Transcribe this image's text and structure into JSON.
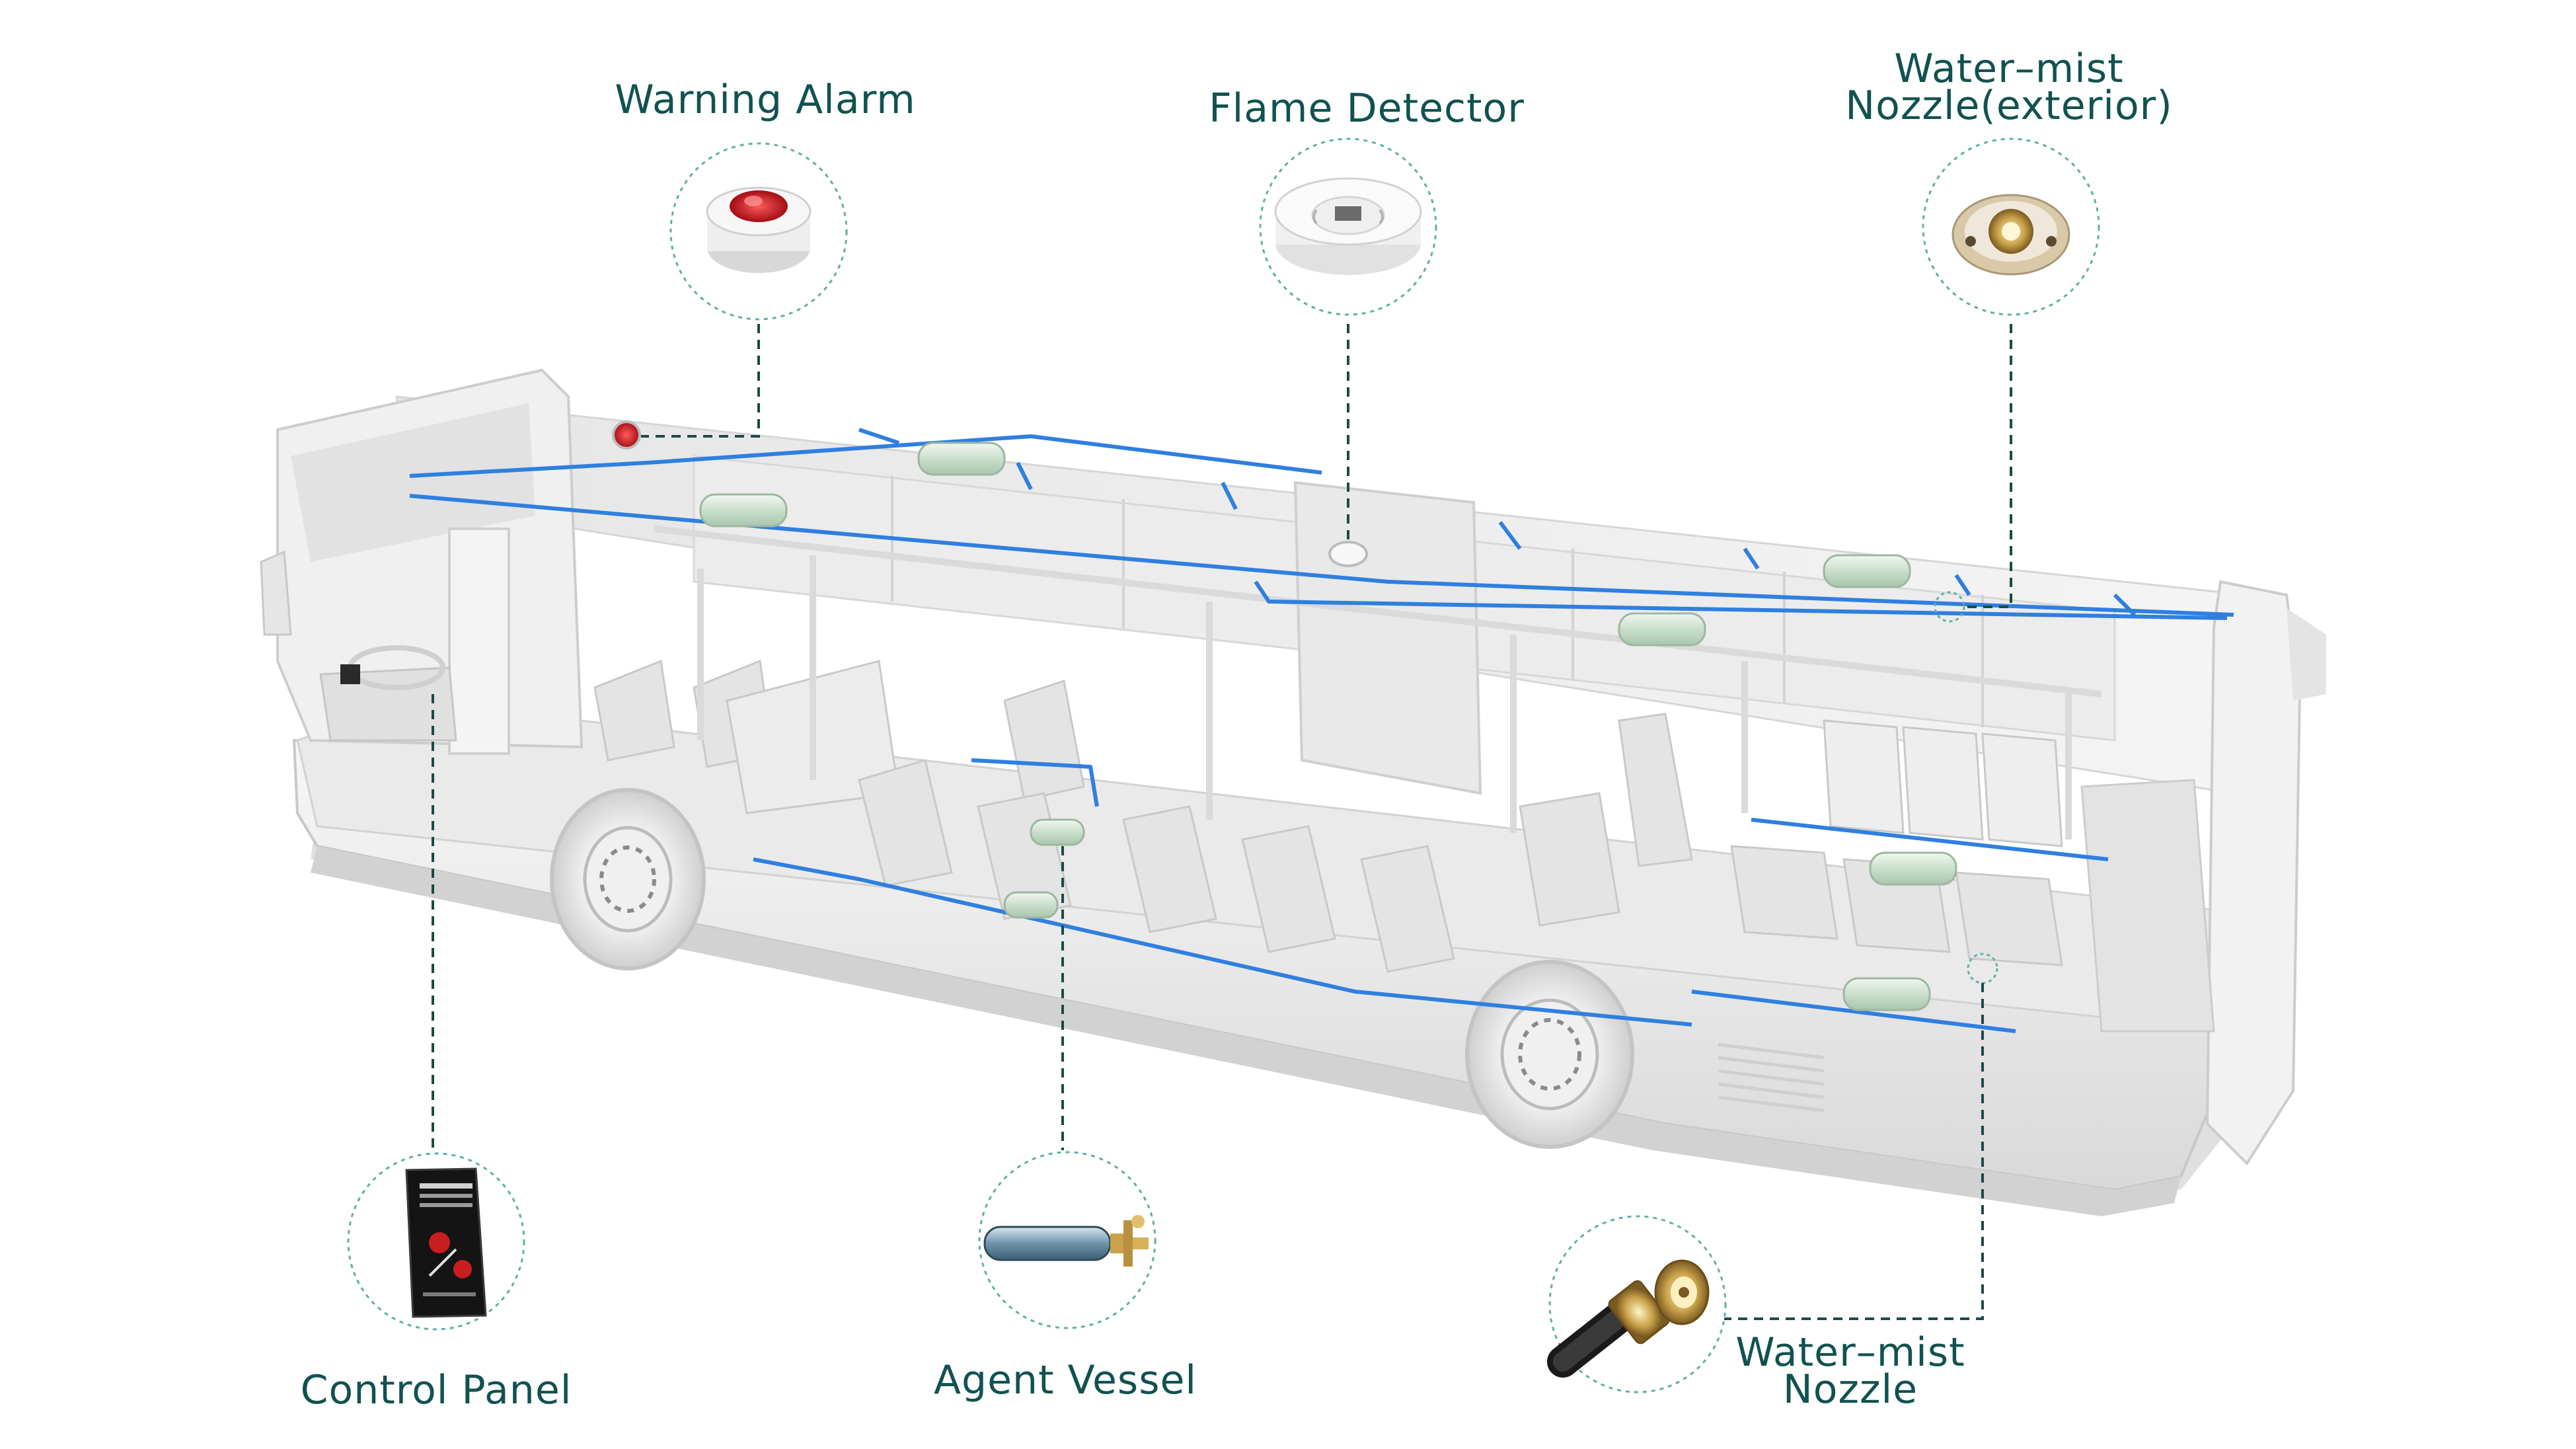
{
  "labels": {
    "warning_alarm": "Warning Alarm",
    "flame_detector": "Flame Detector",
    "nozzle_exterior_line1": "Water–mist",
    "nozzle_exterior_line2": "Nozzle(exterior)",
    "control_panel": "Control Panel",
    "agent_vessel": "Agent Vessel",
    "nozzle_line1": "Water–mist",
    "nozzle_line2": "Nozzle"
  },
  "colors": {
    "label_text": "#11524f",
    "callout_circle": "#5fb0a4",
    "leader_line": "#1c4a48",
    "pipe": "#2f7fe0",
    "bus_body": "#efefef",
    "bus_shadow": "#d4d4d4",
    "alarm_red": "#c8141e",
    "vessel_green": "#cfe2d2"
  },
  "icons": [
    "warning-alarm-icon",
    "flame-detector-icon",
    "exterior-nozzle-icon",
    "control-panel-icon",
    "agent-vessel-icon",
    "water-mist-nozzle-icon"
  ]
}
